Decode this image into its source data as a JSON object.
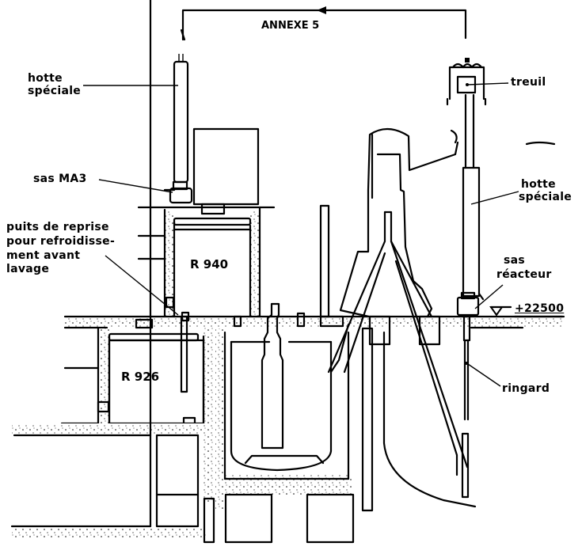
{
  "title": "ANNEXE 5",
  "labels": {
    "hotte_left": [
      "hotte",
      "spéciale"
    ],
    "sas_ma3": "sas MA3",
    "puits": [
      "puits de reprise",
      "pour refroidisse-",
      "ment avant",
      "lavage"
    ],
    "r940": "R 940",
    "r926": "R 926",
    "treuil": "treuil",
    "hotte_right": [
      "hotte",
      "spéciale"
    ],
    "sas_reacteur": [
      "sas",
      "réacteur"
    ],
    "elevation": "+22500",
    "ringard": "ringard"
  },
  "colors": {
    "ink": "#000000",
    "paper": "#ffffff"
  }
}
